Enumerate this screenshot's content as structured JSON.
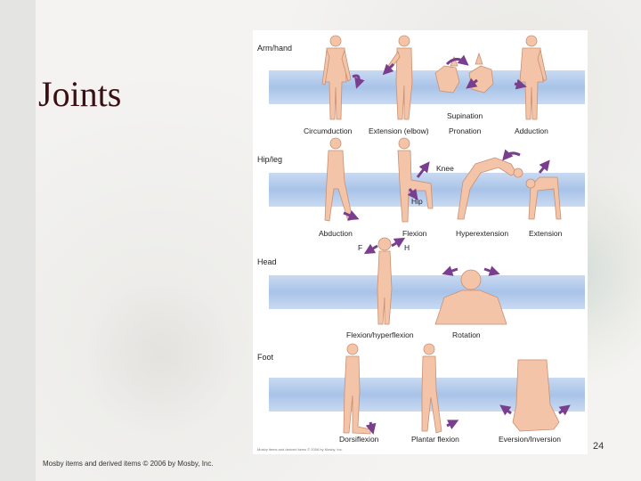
{
  "slide": {
    "title": "Joints",
    "page_number": "24",
    "footer": "Mosby items and derived items © 2006 by Mosby, Inc."
  },
  "figure": {
    "sections": {
      "arm_hand": "Arm/hand",
      "hip_leg": "Hip/leg",
      "head": "Head",
      "foot": "Foot"
    },
    "labels": {
      "circumduction": "Circumduction",
      "extension_elbow": "Extension (elbow)",
      "supination": "Supination",
      "pronation": "Pronation",
      "adduction": "Adduction",
      "knee": "Knee",
      "hip": "Hip",
      "abduction": "Abduction",
      "flexion": "Flexion",
      "hyperextension": "Hyperextension",
      "extension": "Extension",
      "f": "F",
      "h": "H",
      "flexion_hyperflexion": "Flexion/hyperflexion",
      "rotation": "Rotation",
      "dorsiflexion": "Dorsiflexion",
      "plantar_flexion": "Plantar flexion",
      "eversion_inversion": "Eversion/Inversion"
    },
    "credit": "Mosby items and derived items © 2006 by Mosby, Inc.",
    "colors": {
      "band": "#a8c3e8",
      "skin": "#f4c4a8",
      "skin_outline": "#c98f72",
      "arrow": "#7a3e8e"
    }
  }
}
